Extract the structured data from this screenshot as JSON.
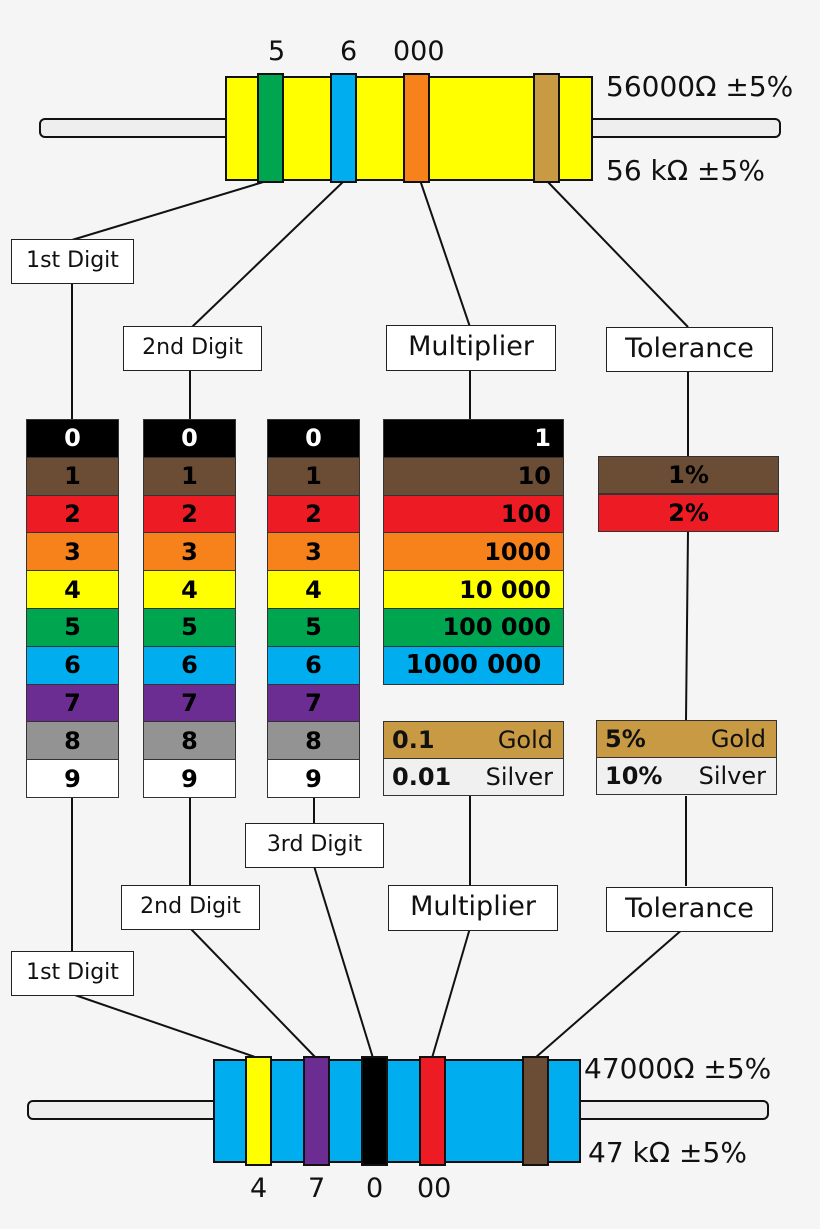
{
  "top_resistor": {
    "band_digits": [
      "5",
      "6",
      "000"
    ],
    "value_ohms": "56000Ω ±5%",
    "value_kohms": "56 kΩ ±5%",
    "body_color": "#ffff00",
    "bands": [
      "#00a550",
      "#00aeef",
      "#f7821b",
      "#c99a44"
    ]
  },
  "bottom_resistor": {
    "band_digits": [
      "4",
      "7",
      "0",
      "00"
    ],
    "value_ohms": "47000Ω ±5%",
    "value_kohms": "47 kΩ ±5%",
    "body_color": "#00aeef",
    "bands": [
      "#ffff00",
      "#6b2d91",
      "#000000",
      "#ed1c24",
      "#6b4c35"
    ]
  },
  "top_labels": {
    "first_digit": "1st Digit",
    "second_digit": "2nd Digit",
    "multiplier": "Multiplier",
    "tolerance": "Tolerance"
  },
  "bottom_labels": {
    "first_digit": "1st Digit",
    "second_digit": "2nd Digit",
    "third_digit": "3rd Digit",
    "multiplier": "Multiplier",
    "tolerance": "Tolerance"
  },
  "digit_colors": [
    {
      "digit": "0",
      "color": "#000000",
      "text": "#ffffff"
    },
    {
      "digit": "1",
      "color": "#6b4c35",
      "text": "#000000"
    },
    {
      "digit": "2",
      "color": "#ed1c24",
      "text": "#000000"
    },
    {
      "digit": "3",
      "color": "#f7821b",
      "text": "#000000"
    },
    {
      "digit": "4",
      "color": "#ffff00",
      "text": "#000000"
    },
    {
      "digit": "5",
      "color": "#00a550",
      "text": "#000000"
    },
    {
      "digit": "6",
      "color": "#00aeef",
      "text": "#000000"
    },
    {
      "digit": "7",
      "color": "#6b2d91",
      "text": "#000000"
    },
    {
      "digit": "8",
      "color": "#939393",
      "text": "#000000"
    },
    {
      "digit": "9",
      "color": "#ffffff",
      "text": "#000000"
    }
  ],
  "multipliers": [
    {
      "value": "1",
      "color": "#000000",
      "text": "#ffffff"
    },
    {
      "value": "10",
      "color": "#6b4c35",
      "text": "#000000"
    },
    {
      "value": "100",
      "color": "#ed1c24",
      "text": "#000000"
    },
    {
      "value": "1000",
      "color": "#f7821b",
      "text": "#000000"
    },
    {
      "value": "10 000",
      "color": "#ffff00",
      "text": "#000000"
    },
    {
      "value": "100 000",
      "color": "#00a550",
      "text": "#000000"
    },
    {
      "value": "1000 000",
      "color": "#00aeef",
      "text": "#000000"
    }
  ],
  "multiplier_special": [
    {
      "value": "0.1",
      "name": "Gold",
      "color": "#c99a44"
    },
    {
      "value": "0.01",
      "name": "Silver",
      "color": "#f0f0f0"
    }
  ],
  "tolerances": [
    {
      "value": "1%",
      "color": "#6b4c35"
    },
    {
      "value": "2%",
      "color": "#ed1c24"
    }
  ],
  "tolerance_special": [
    {
      "value": "5%",
      "name": "Gold",
      "color": "#c99a44"
    },
    {
      "value": "10%",
      "name": "Silver",
      "color": "#f0f0f0"
    }
  ]
}
